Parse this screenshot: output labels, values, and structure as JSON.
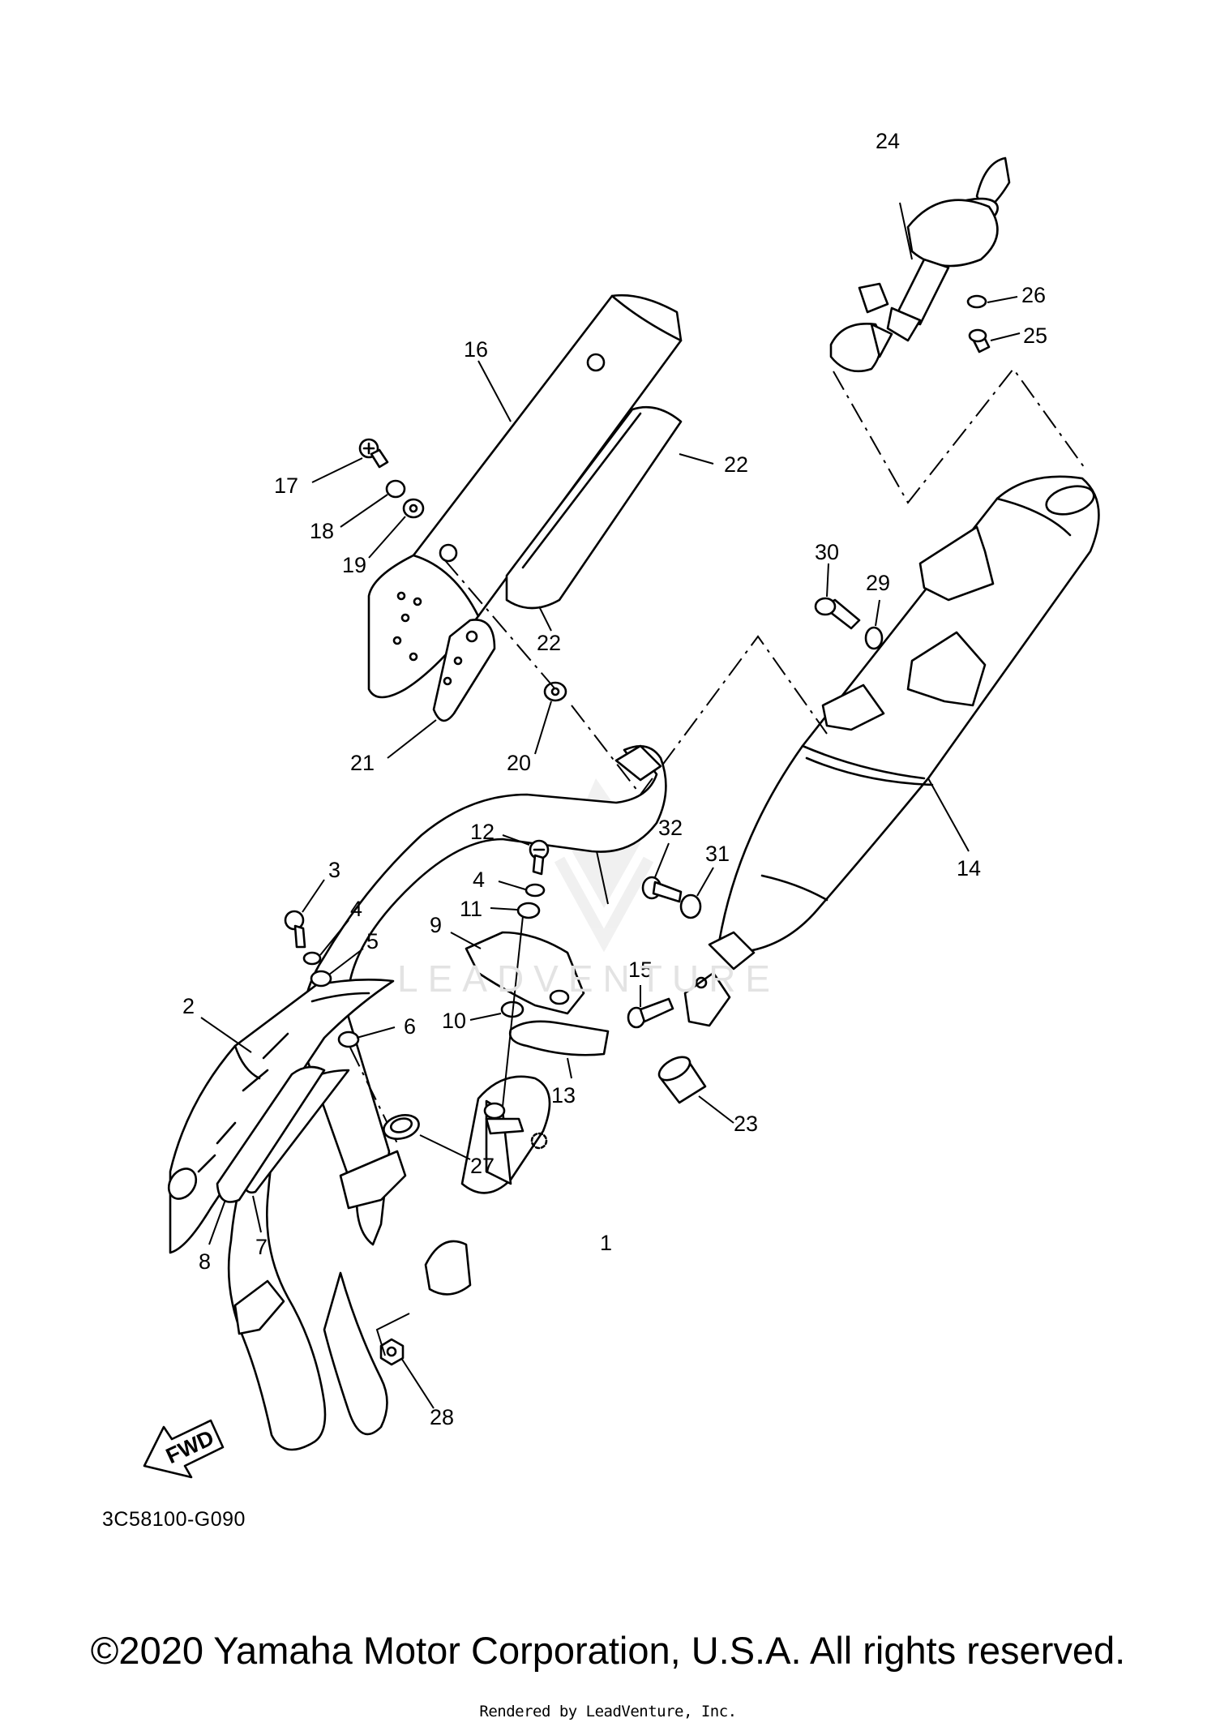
{
  "diagram": {
    "code": "3C58100-G090",
    "direction_label": "FWD",
    "callouts": [
      {
        "id": "c1",
        "label": "1"
      },
      {
        "id": "c2",
        "label": "2"
      },
      {
        "id": "c3",
        "label": "3"
      },
      {
        "id": "c4a",
        "label": "4"
      },
      {
        "id": "c4b",
        "label": "4"
      },
      {
        "id": "c5",
        "label": "5"
      },
      {
        "id": "c6",
        "label": "6"
      },
      {
        "id": "c7",
        "label": "7"
      },
      {
        "id": "c8",
        "label": "8"
      },
      {
        "id": "c9",
        "label": "9"
      },
      {
        "id": "c10",
        "label": "10"
      },
      {
        "id": "c11",
        "label": "11"
      },
      {
        "id": "c12",
        "label": "12"
      },
      {
        "id": "c13",
        "label": "13"
      },
      {
        "id": "c14",
        "label": "14"
      },
      {
        "id": "c15",
        "label": "15"
      },
      {
        "id": "c16",
        "label": "16"
      },
      {
        "id": "c17",
        "label": "17"
      },
      {
        "id": "c18",
        "label": "18"
      },
      {
        "id": "c19",
        "label": "19"
      },
      {
        "id": "c20",
        "label": "20"
      },
      {
        "id": "c21",
        "label": "21"
      },
      {
        "id": "c22a",
        "label": "22"
      },
      {
        "id": "c22b",
        "label": "22"
      },
      {
        "id": "c23",
        "label": "23"
      },
      {
        "id": "c24",
        "label": "24"
      },
      {
        "id": "c25",
        "label": "25"
      },
      {
        "id": "c26",
        "label": "26"
      },
      {
        "id": "c27",
        "label": "27"
      },
      {
        "id": "c28",
        "label": "28"
      },
      {
        "id": "c29",
        "label": "29"
      },
      {
        "id": "c30",
        "label": "30"
      },
      {
        "id": "c31",
        "label": "31"
      },
      {
        "id": "c32",
        "label": "32"
      }
    ]
  },
  "watermark": "LEADVENTURE",
  "footer": {
    "copyright": "©2020 Yamaha Motor Corporation, U.S.A. All rights reserved.",
    "rendered_by": "Rendered by LeadVenture, Inc."
  }
}
